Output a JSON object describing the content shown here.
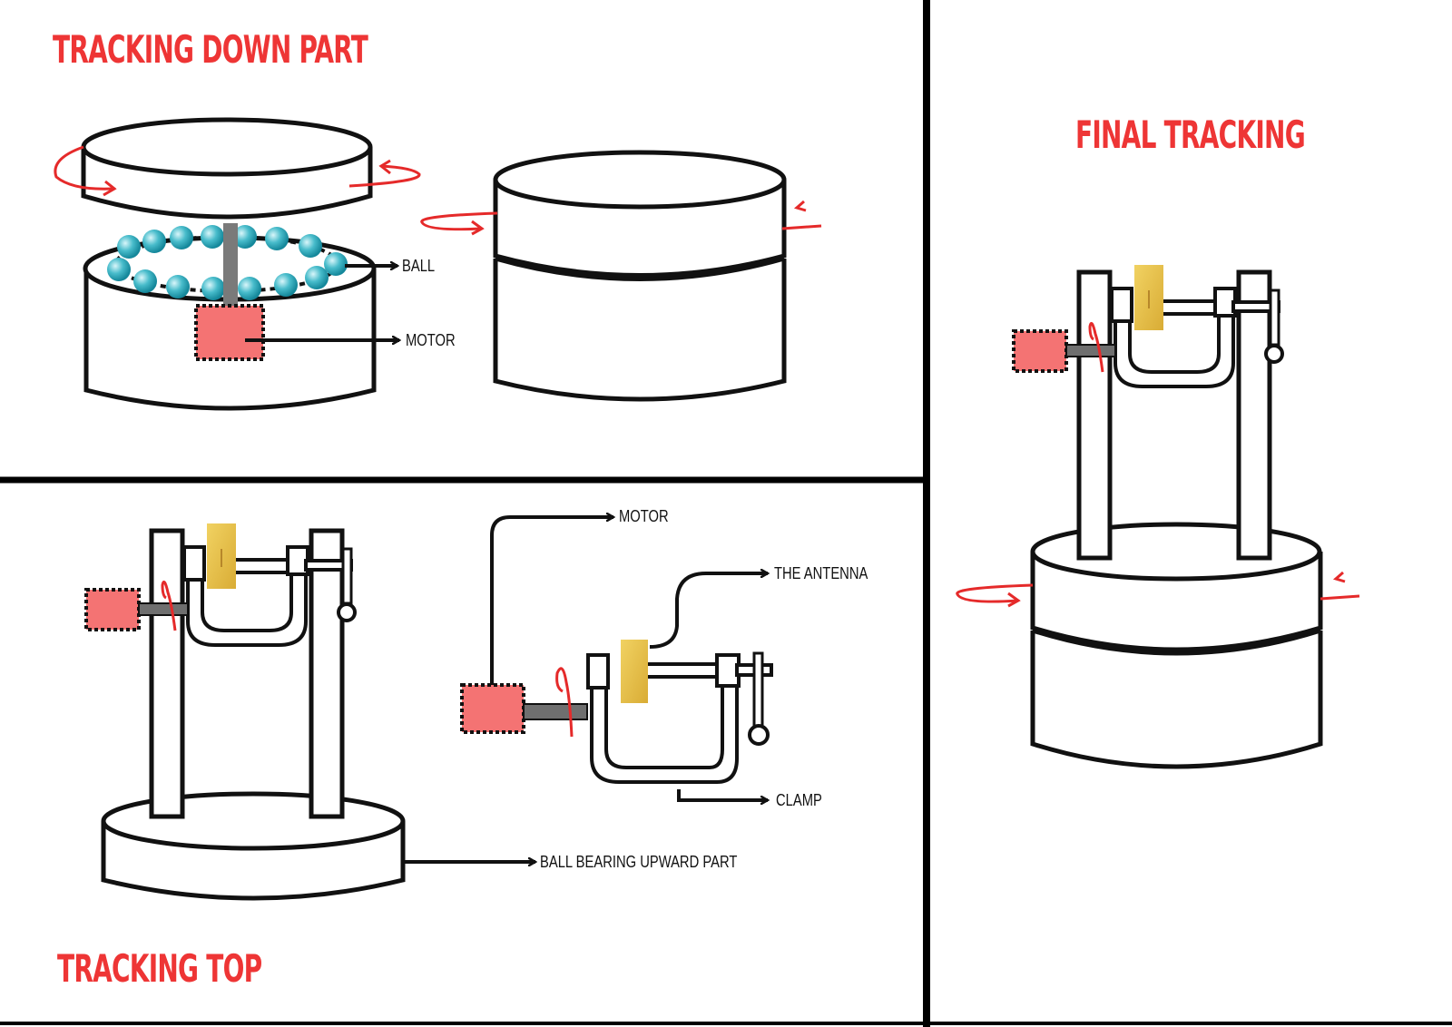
{
  "colors": {
    "title": "#ee3535",
    "stroke": "#111111",
    "motor": "#f47373",
    "arrow": "#e52a2a",
    "antenna": "#e6c24a",
    "ball": "#2aa8b8",
    "shaft": "#7a7a7a"
  },
  "sections": {
    "tracking_down": {
      "title": "TRACKING DOWN PART"
    },
    "tracking_top": {
      "title": "TRACKING TOP"
    },
    "final": {
      "title": "FINAL TRACKING"
    }
  },
  "labels": {
    "ball": "BALL",
    "motor_down": "MOTOR",
    "motor_top": "MOTOR",
    "antenna": "THE ANTENNA",
    "clamp": "CLAMP",
    "ball_bearing": "BALL BEARING UPWARD PART"
  }
}
